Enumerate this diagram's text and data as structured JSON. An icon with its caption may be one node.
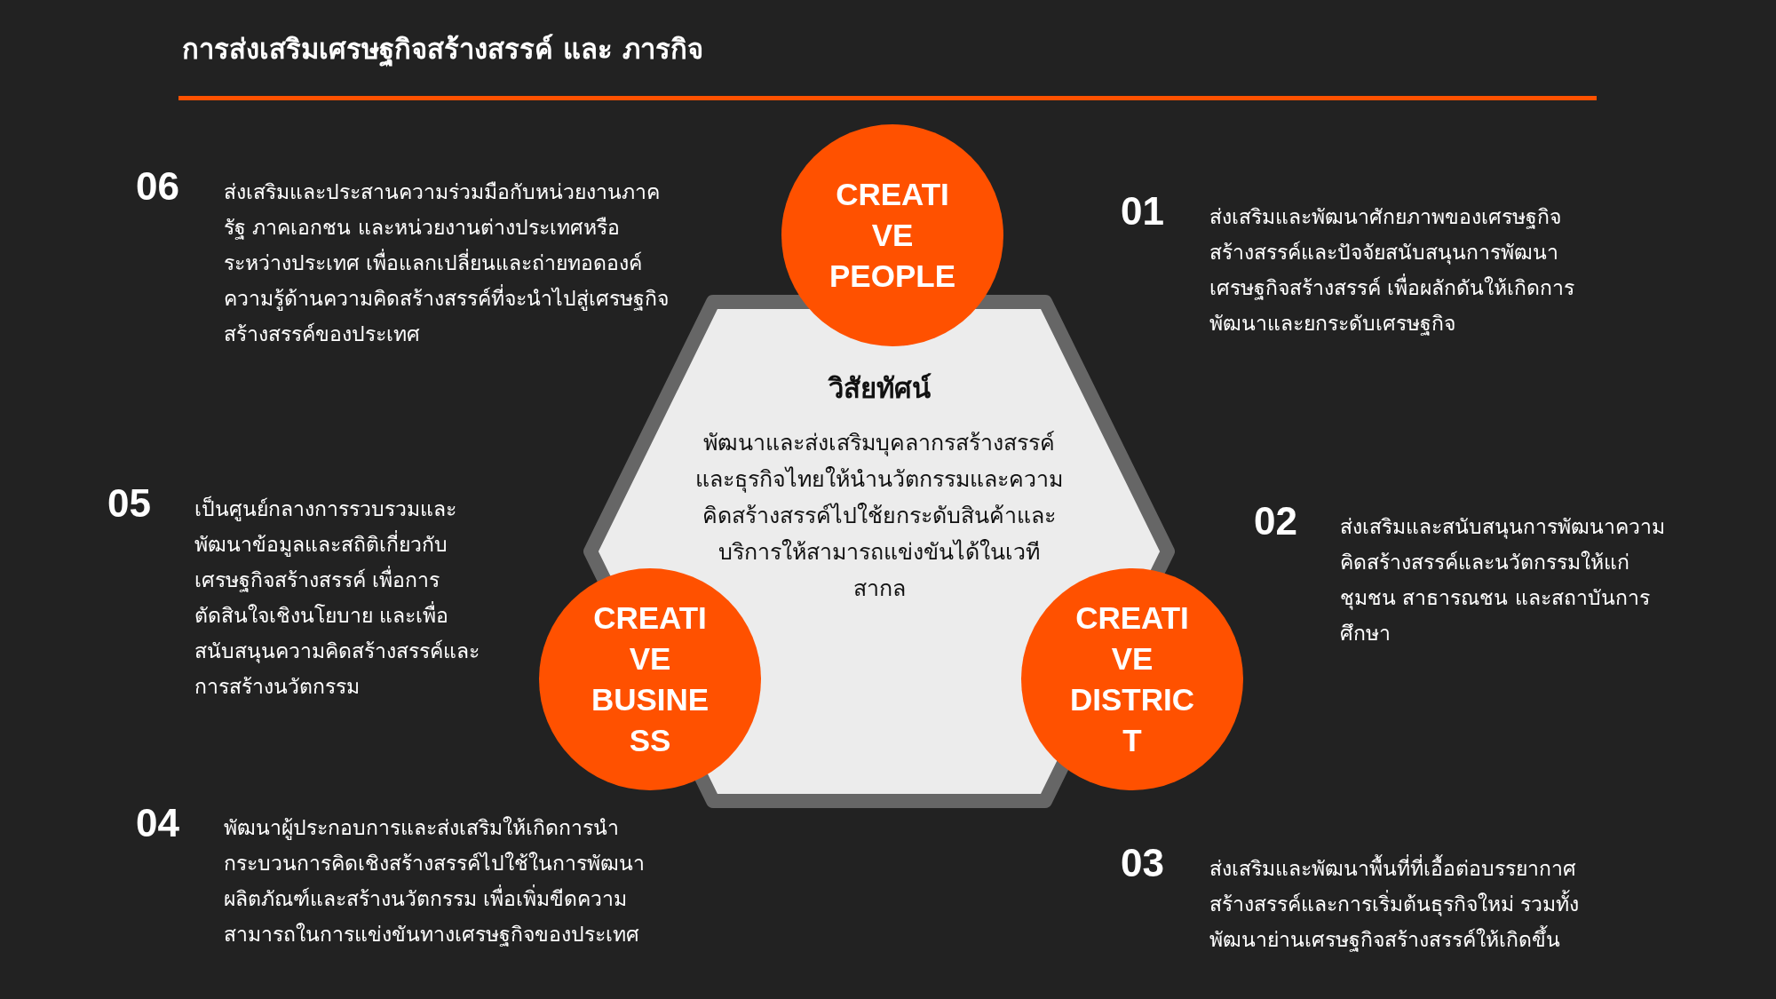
{
  "diagram": {
    "title": "การส่งเสริมเศรษฐกิจสร้างสรรค์ และ ภารกิจ",
    "nodes": [
      {
        "text": [
          "CREATI VE PEOPLE"
        ]
      },
      {
        "text": [
          "วิสัยทัศน์",
          "พัฒนาและส่งเสริมบุคลากรสร้างสรรค์และธุรกิจไทยให้นำนวัตกรรมและความคิดสร้างสรรค์ไปใช้ยกระดับสินค้าและบริการให้สามารถแข่งขันได้ในเวทีสากล"
        ]
      },
      {
        "text": [
          "CREATI VE BUSINE SS"
        ]
      },
      {
        "text": [
          "CREATI VE DISTRIC T"
        ]
      }
    ],
    "edges": [],
    "labels": [
      "06",
      "ส่งเสริมและประสานความร่วมมือกับหน่วยงานภาครัฐ ภาคเอกชน และหน่วยงานต่างประเทศหรือระหว่างประเทศ เพื่อแลกเปลี่ยนและถ่ายทอดองค์ความรู้ด้านความคิดสร้างสรรค์ที่จะนำไปสู่เศรษฐกิจสร้างสรรค์ของประเทศ",
      "01",
      "ส่งเสริมและพัฒนาศักยภาพของเศรษฐกิจสร้างสรรค์และปัจจัยสนับสนุนการพัฒนาเศรษฐกิจสร้างสรรค์ เพื่อผลักดันให้เกิดการพัฒนาและยกระดับเศรษฐกิจ",
      "05",
      "เป็นศูนย์กลางการรวบรวมและพัฒนาข้อมูลและสถิติเกี่ยวกับเศรษฐกิจสร้างสรรค์ เพื่อการตัดสินใจเชิงนโยบาย และเพื่อสนับสนุนความคิดสร้างสรรค์และการสร้างนวัตกรรม",
      "02",
      "ส่งเสริมและสนับสนุนการพัฒนาความคิดสร้างสรรค์และนวัตกรรมให้แก่ชุมชน สาธารณชน และสถาบันการศึกษา",
      "04",
      "พัฒนาผู้ประกอบการและส่งเสริมให้เกิดการนำกระบวนการคิดเชิงสร้างสรรค์ไปใช้ในการพัฒนาผลิตภัณฑ์และสร้างนวัตกรรม เพื่อเพิ่มขีดความสามารถในการแข่งขันทางเศรษฐกิจของประเทศ",
      "03",
      "ส่งเสริมและพัฒนาพื้นที่ที่เอื้อต่อบรรยากาศสร้างสรรค์และการเริ่มต้นธุรกิจใหม่ รวมทั้งพัฒนาย่านเศรษฐกิจสร้างสรรค์ให้เกิดขึ้น"
    ]
  }
}
